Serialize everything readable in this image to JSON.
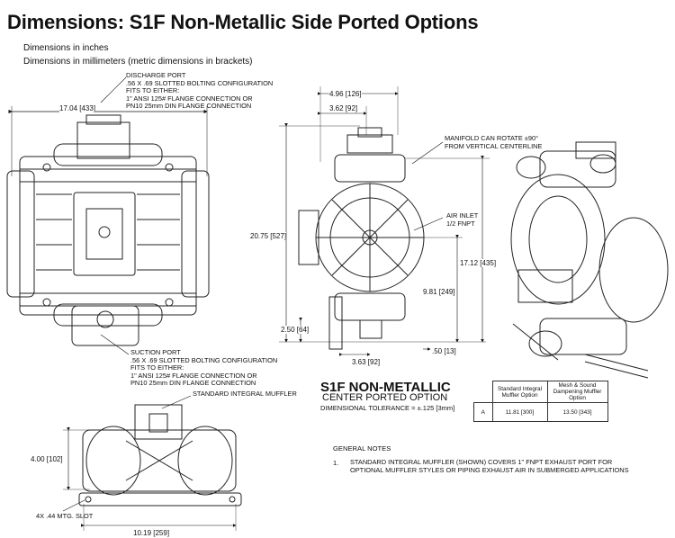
{
  "page_title": "Dimensions: S1F Non-Metallic Side Ported Options",
  "units_note_1": "Dimensions in inches",
  "units_note_2": "Dimensions in millimeters (metric dimensions in brackets)",
  "callouts": {
    "discharge_port": "DISCHARGE PORT\n.56 X .69 SLOTTED BOLTING CONFIGURATION\nFITS TO EITHER:\n1\" ANSI 125# FLANGE CONNECTION OR\nPN10 25mm DIN FLANGE CONNECTION",
    "suction_port": "SUCTION PORT\n.56 X .69 SLOTTED BOLTING CONFIGURATION\nFITS TO EITHER:\n1\" ANSI 125# FLANGE CONNECTION OR\nPN10 25mm DIN FLANGE CONNECTION",
    "muffler": "STANDARD INTEGRAL MUFFLER",
    "manifold": "MANIFOLD CAN ROTATE ±90°\nFROM VERTICAL CENTERLINE",
    "air_inlet": "AIR INLET\n1/2 FNPT"
  },
  "dimensions": {
    "width_front": "17.04 [433]",
    "d_496": "4.96 [126]",
    "d_362": "3.62 [92]",
    "height": "20.75 [527]",
    "d_1712": "17.12 [435]",
    "d_981": "9.81 [249]",
    "d_250": "2.50 [64]",
    "d_363": "3.63 [92]",
    "d_050": ".50 [13]",
    "d_400": "4.00 [102]",
    "slot": "4X .44\nMTG. SLOT",
    "base_width": "10.19 [259]"
  },
  "option_box": {
    "title": "S1F NON-METALLIC",
    "subtitle": "CENTER PORTED OPTION",
    "tolerance": "DIMENSIONAL TOLERANCE = ±.125 [3mm]"
  },
  "spec_table": {
    "headers": [
      "Standard Integral\nMuffler Option",
      "Mesh & Sound\nDampening Muffler\nOption"
    ],
    "rows": [
      {
        "label": "A",
        "values": [
          "11.81 [300]",
          "13.50 [343]"
        ]
      }
    ]
  },
  "general_notes": {
    "heading": "GENERAL NOTES",
    "items": [
      {
        "num": "1.",
        "text": "STANDARD INTEGRAL MUFFLER (SHOWN) COVERS 1\" FNPT EXHAUST PORT FOR OPTIONAL MUFFLER STYLES OR PIPING EXHAUST AIR IN SUBMERGED APPLICATIONS"
      }
    ]
  }
}
